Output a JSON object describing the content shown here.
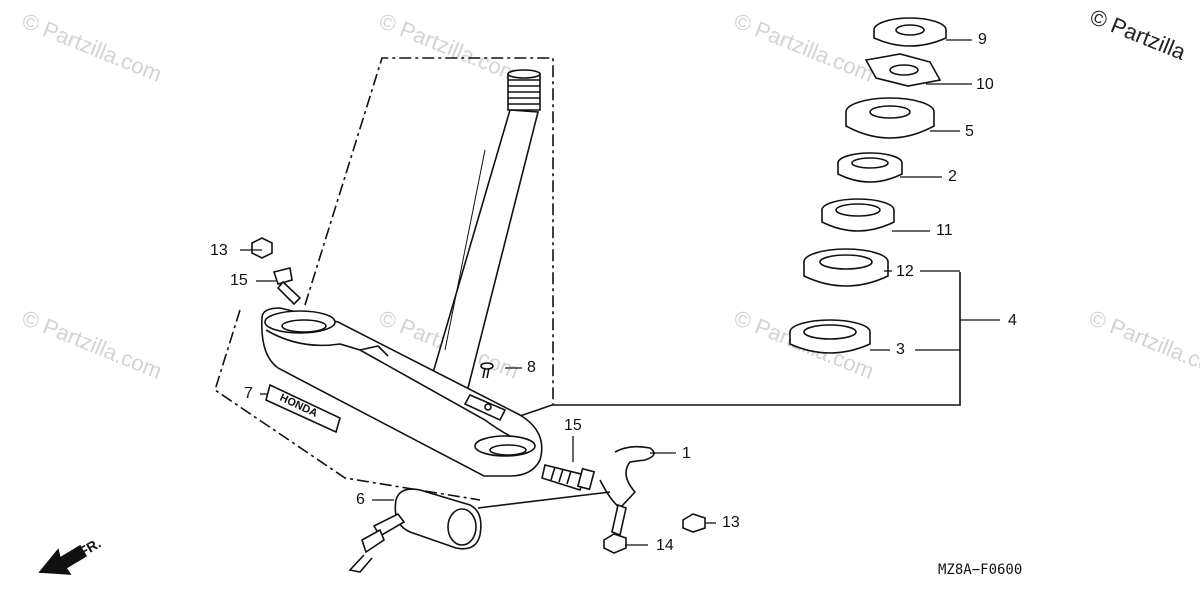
{
  "watermark": {
    "text": "© Partzilla.com",
    "corner_text": "© Partzilla"
  },
  "callouts": {
    "c1": "1",
    "c2": "2",
    "c3": "3",
    "c4": "4",
    "c5": "5",
    "c6": "6",
    "c7": "7",
    "c8": "8",
    "c9": "9",
    "c10": "10",
    "c11": "11",
    "c12": "12",
    "c13a": "13",
    "c13b": "13",
    "c14": "14",
    "c15a": "15",
    "c15b": "15"
  },
  "diagram_code": "MZ8A−F0600",
  "front_indicator": "FR.",
  "honda_emblem": "HONDA",
  "colors": {
    "line": "#111111",
    "watermark": "#d3d3d3",
    "fill": "#ffffff"
  }
}
